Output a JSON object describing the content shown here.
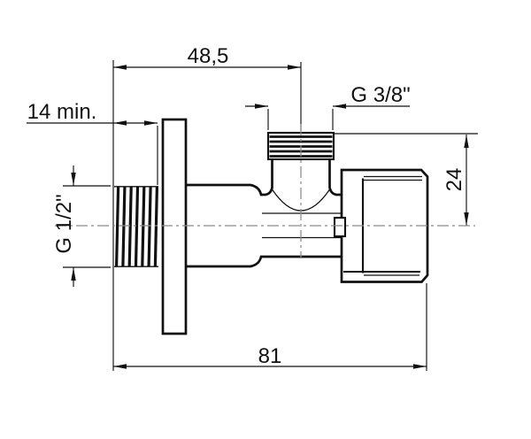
{
  "drawing": {
    "background_color": "#ffffff",
    "line_color": "#111111",
    "centerline_color": "#8a8a8a",
    "labels": {
      "overall_length": "81",
      "inlet_face_to_outlet_axis": "48,5",
      "inlet_thread_min_length": "14 min.",
      "inlet_thread_size": "G 1/2\"",
      "outlet_thread_size": "G 3/8\"",
      "axis_to_outlet_top": "24"
    }
  }
}
